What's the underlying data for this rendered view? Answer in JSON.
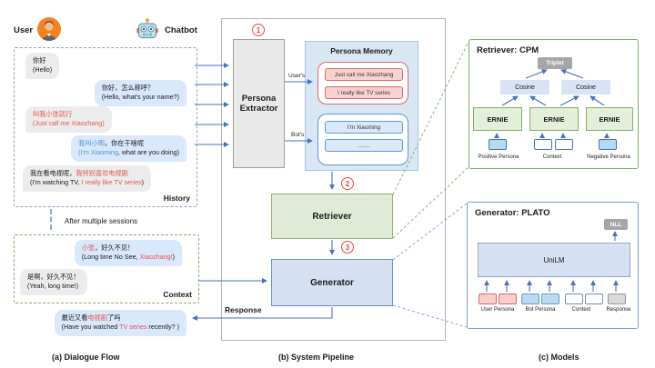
{
  "palette": {
    "red_text": "#e4574d",
    "blue_text": "#4f97d5",
    "arrow_blue": "#4472c4",
    "green_accent": "#7cab5e",
    "blue_accent": "#7b9bd2"
  },
  "header": {
    "user_label": "User",
    "chatbot_label": "Chatbot"
  },
  "dialogue": {
    "caption": "(a) Dialogue Flow",
    "history_label": "History",
    "context_label": "Context",
    "after_sessions": "After multiple sessions",
    "bubbles": [
      {
        "speaker": "user",
        "line1": [
          {
            "t": "你好"
          }
        ],
        "line2": [
          {
            "t": "(Hello)"
          }
        ]
      },
      {
        "speaker": "bot",
        "line1": [
          {
            "t": "你好，怎么称呼？"
          }
        ],
        "line2": [
          {
            "t": "(Hello, what's your name?)"
          }
        ]
      },
      {
        "speaker": "user",
        "line1": [
          {
            "t": "叫我小张就行",
            "c": "red"
          }
        ],
        "line2": [
          {
            "t": "(Just call me Xiaozhang)",
            "c": "red"
          }
        ]
      },
      {
        "speaker": "bot",
        "line1": [
          {
            "t": "我叫小明",
            "c": "blue"
          },
          {
            "t": "，你在干啥呢"
          }
        ],
        "line2": [
          {
            "t": "(I'm Xiaoming",
            "c": "blue"
          },
          {
            "t": ", what are you doing)"
          }
        ]
      },
      {
        "speaker": "user",
        "line1": [
          {
            "t": "我在看电视呢，"
          },
          {
            "t": "我特别喜欢电视剧",
            "c": "red"
          }
        ],
        "line2": [
          {
            "t": "(I'm watching TV, "
          },
          {
            "t": "I really like TV series",
            "c": "red"
          },
          {
            "t": ")"
          }
        ]
      },
      {
        "speaker": "bot",
        "line1": [
          {
            "t": "小张",
            "c": "red"
          },
          {
            "t": "，好久不见！"
          }
        ],
        "line2": [
          {
            "t": "(Long time No See, "
          },
          {
            "t": "Xiaozhang!",
            "c": "red"
          },
          {
            "t": ")"
          }
        ]
      },
      {
        "speaker": "user",
        "line1": [
          {
            "t": "是啊，好久不见！"
          }
        ],
        "line2": [
          {
            "t": "(Yeah, long time!)"
          }
        ]
      },
      {
        "speaker": "bot",
        "line1": [
          {
            "t": "最近又看"
          },
          {
            "t": "电视剧",
            "c": "red"
          },
          {
            "t": "了吗"
          }
        ],
        "line2": [
          {
            "t": "(Have you watched "
          },
          {
            "t": "TV series",
            "c": "red"
          },
          {
            "t": " recently? )"
          }
        ]
      }
    ]
  },
  "pipeline": {
    "caption": "(b) System Pipeline",
    "step1": "1",
    "step2": "2",
    "step3": "3",
    "extractor_label": "Persona Extractor",
    "memory_title": "Persona Memory",
    "users_label": "User's",
    "bots_label": "Bot's",
    "user_personas": [
      "Just call me Xiaozhang",
      "I really like TV series"
    ],
    "bot_personas": [
      "I'm Xiaoming",
      "......."
    ],
    "retriever_label": "Retriever",
    "generator_label": "Generator",
    "response_label": "Response"
  },
  "models": {
    "caption": "(c) Models",
    "cpm": {
      "title": "Retriever: CPM",
      "triplet": "Triplet",
      "cosine": "Cosine",
      "ernie": "ERNIE",
      "inputs": [
        "Positive Persona",
        "Context",
        "Negative Persona"
      ]
    },
    "plato": {
      "title": "Generator: PLATO",
      "nll": "NLL",
      "unilm": "UniLM",
      "inputs": [
        "User Persona",
        "Bot Persona",
        "Context",
        "Response"
      ]
    }
  }
}
